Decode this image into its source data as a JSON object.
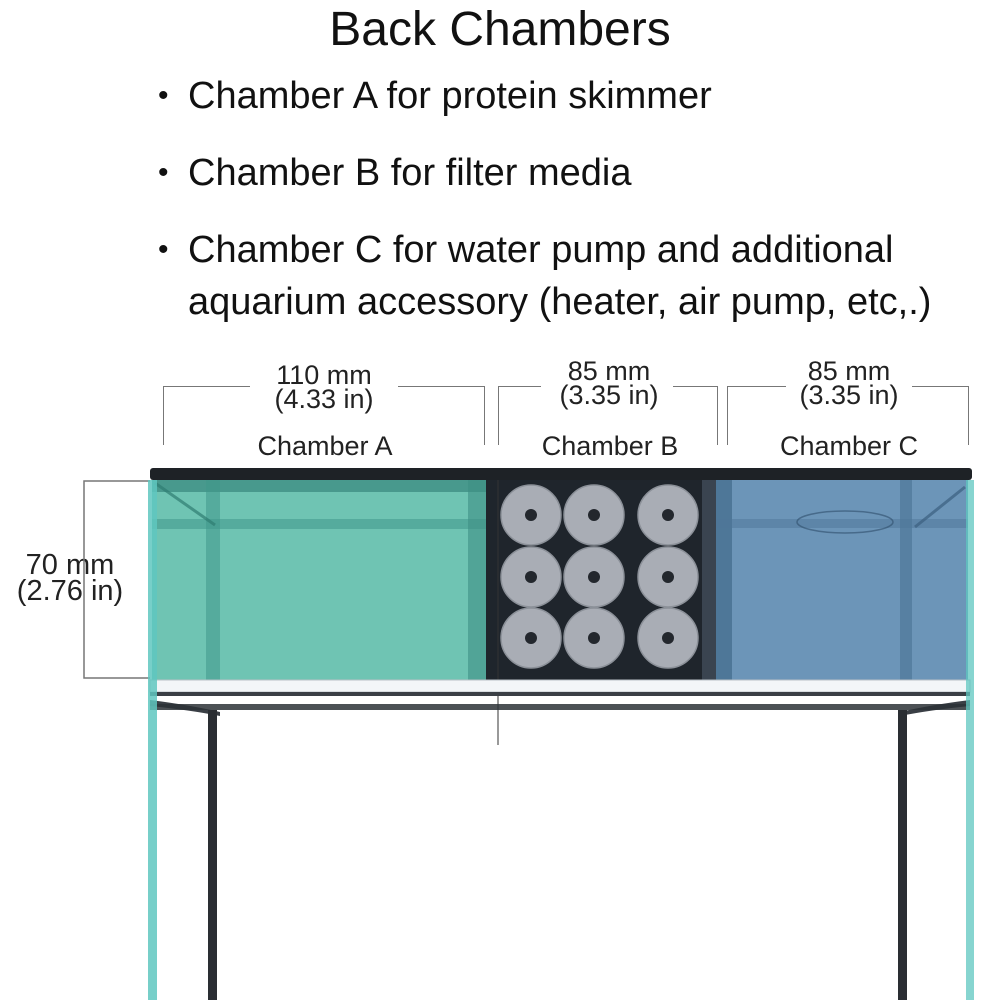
{
  "title": "Back Chambers",
  "bullets": [
    "Chamber A for protein skimmer",
    "Chamber B for filter media",
    "Chamber C for water pump and additional",
    "aquarium accessory (heater, air pump, etc,.)"
  ],
  "chambers": [
    {
      "name": "Chamber A",
      "mm": "110 mm",
      "inches": "(4.33 in)",
      "color": "#6fc4b3"
    },
    {
      "name": "Chamber B",
      "mm": "85 mm",
      "inches": "(3.35 in)",
      "color": "#1f252c"
    },
    {
      "name": "Chamber C",
      "mm": "85 mm",
      "inches": "(3.35 in)",
      "color": "#6c95b8"
    }
  ],
  "height": {
    "mm": "70 mm",
    "inches": "(2.76 in)"
  },
  "colors": {
    "glass_edge": "#5fc7c0",
    "frame": "#1e2226",
    "filter_sponge": "#a9adb5"
  }
}
